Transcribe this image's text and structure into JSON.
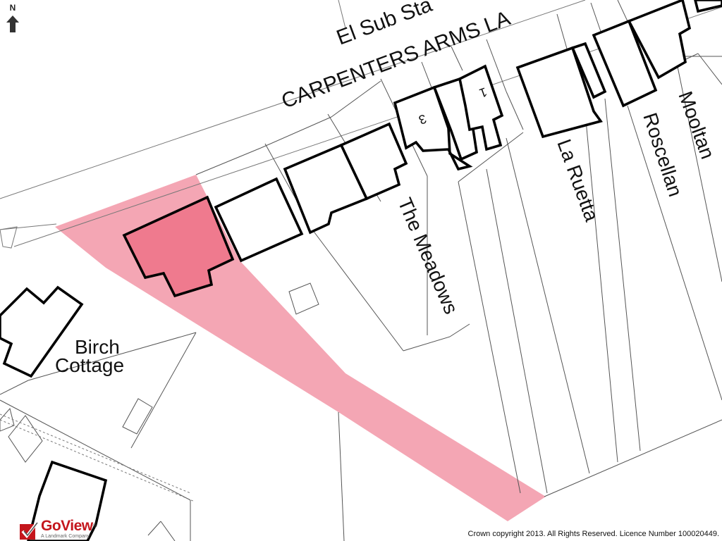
{
  "map": {
    "north_label": "N",
    "road_label": "CARPENTERS ARMS LA",
    "el_sub_label": "El Sub Sta",
    "labels": {
      "birch_line1": "Birch",
      "birch_line2": "Cottage",
      "meadows": "The Meadows",
      "ruetta": "La Ruetta",
      "roscellan": "Roscellan",
      "mooltan": "Mooltan",
      "house3": "3",
      "house1": "1"
    },
    "highlight_color": "#f4a6b4",
    "highlight_building_color": "#ef7a8e",
    "attribution": "Crown copyright 2013. All Rights Reserved. Licence Number 100020449."
  },
  "logo": {
    "name": "GoView",
    "registered": "®",
    "tagline": "A Landmark Company",
    "icon": "checkmark-logo-icon"
  }
}
